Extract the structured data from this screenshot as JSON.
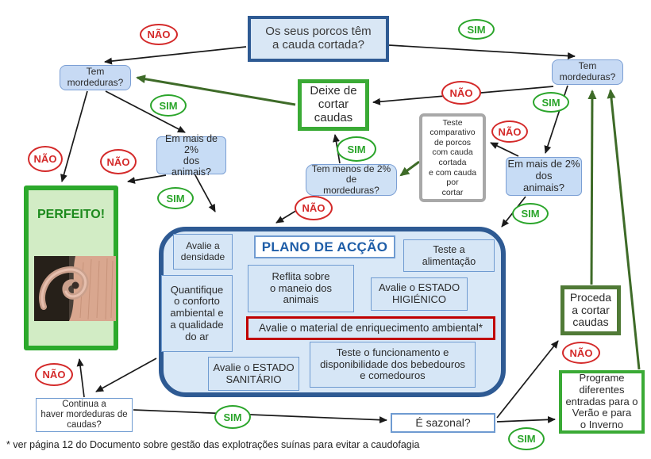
{
  "labels": {
    "yes": "SIM",
    "no": "NÃO"
  },
  "colors": {
    "yes_green": "#2ba52b",
    "no_red": "#d42a2a",
    "flow_blue_border": "#2e5a93",
    "box_blue_fill": "#c7daf4",
    "plan_fill": "#d9e8f7",
    "stop_green": "#3aaa35",
    "proceed_olive": "#507a36",
    "perfect_fill": "#d2ecc5",
    "alert_red": "#c00000",
    "gray_border": "#a8a8a8",
    "arrow_black": "#1a1a1a",
    "arrow_green": "#3e6b28"
  },
  "nodes": {
    "top_question": "Os seus porcos têm\na cauda cortada?",
    "left_bites": "Tem\nmordeduras?",
    "right_bites": "Tem\nmordeduras?",
    "stop_docking": "Deixe de\ncortar\ncaudas",
    "comparative_test": "Teste\ncomparativo\nde porcos\ncom cauda\ncortada\ne com cauda\npor\ncortar",
    "left_over2": "Em mais de 2%\ndos\nanimais?",
    "right_over2": "Em mais de 2%\ndos\nanimais?",
    "under2": "Tem menos de 2% de\nmordeduras?",
    "perfect": "PERFEITO!",
    "proceed_docking": "Proceda\na cortar\ncaudas",
    "schedule_entries": "Programe\ndiferentes\nentradas para o\nVerão e para\no Inverno",
    "continue_bites": "Continua a\nhaver mordeduras de\ncaudas?",
    "seasonal": "É sazonal?"
  },
  "action_plan": {
    "title": "PLANO DE ACÇÃO",
    "density": "Avalie a\ndensidade",
    "handling": "Reflita sobre\no maneio dos\nanimais",
    "feeding": "Teste a\nalimentação",
    "hygiene": "Avalie o ESTADO\nHIGIÉNICO",
    "comfort": "Quantifique\no conforto\nambiental e\na qualidade\ndo ar",
    "enrichment": "Avalie o material de enriquecimento ambiental*",
    "sanitary": "Avalie o ESTADO\nSANITÁRIO",
    "drinkers": "Teste o funcionamento e\ndisponibilidade dos bebedouros\ne comedouros"
  },
  "footnote": "* ver página 12 do Documento sobre gestão das explotrações suínas para evitar a caudofagia"
}
